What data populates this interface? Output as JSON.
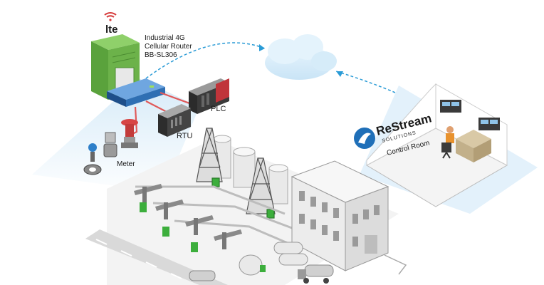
{
  "router": {
    "badge": "lte",
    "label_line1": "Industrial 4G",
    "label_line2": "Cellular Router",
    "label_line3": "BB-SL306"
  },
  "devices": {
    "rtu": "RTU",
    "plc": "PLC",
    "meter": "Meter"
  },
  "brand": {
    "name": "ReStream",
    "tagline": "SOLUTIONS"
  },
  "control_room": "Control Room",
  "colors": {
    "router_green": "#6cb24a",
    "router_blue": "#2f6fb3",
    "plc_red": "#c0343a",
    "link_blue": "#2a9bd6",
    "cable_red": "#e05a5a",
    "brand_blue": "#1f6fb8",
    "cloud": "#dbeefa",
    "light_blue_zone": "#cfe7f7"
  },
  "icons": [
    "lte-badge-icon",
    "wifi-signal-icon",
    "cloud-icon",
    "restream-logo-icon"
  ]
}
